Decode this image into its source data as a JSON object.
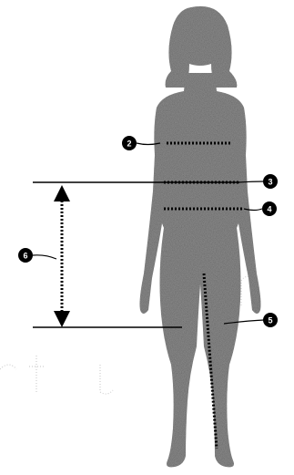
{
  "diagram": {
    "colors": {
      "silhouette": "#8a8a8a",
      "line": "#000000",
      "badge": "#000000",
      "background": "#ffffff"
    },
    "markers": [
      {
        "number": "2",
        "target": "bust-line"
      },
      {
        "number": "3",
        "target": "waist-line"
      },
      {
        "number": "4",
        "target": "hip-line"
      },
      {
        "number": "5",
        "target": "inseam-line"
      },
      {
        "number": "6",
        "target": "waist-to-knee-arrow"
      }
    ],
    "faded_watermark": [
      "vn",
      "r t"
    ]
  }
}
